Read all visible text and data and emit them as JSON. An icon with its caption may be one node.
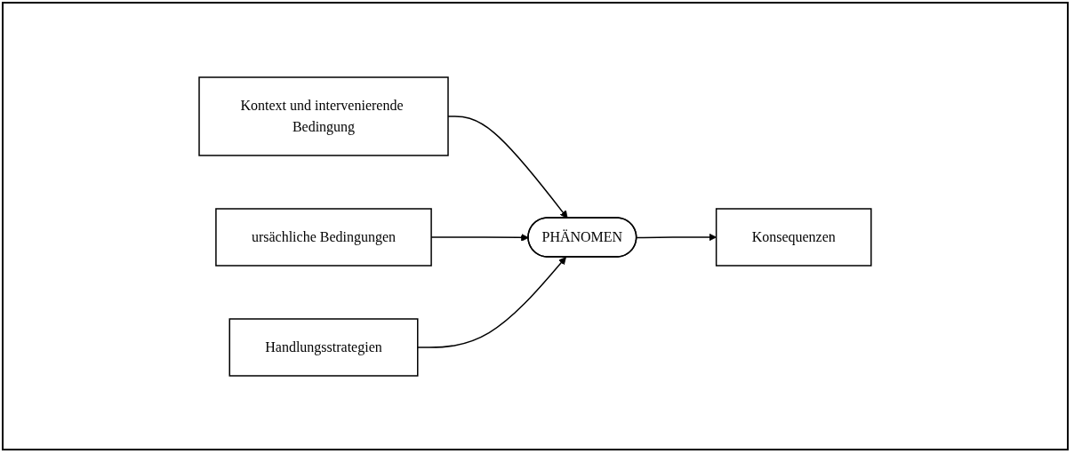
{
  "diagram": {
    "nodes": [
      {
        "text": [
          "Kontext und intervenierende Bedingung"
        ]
      },
      {
        "text": [
          "ursächliche Bedingungen"
        ]
      },
      {
        "text": [
          "PHÄNOMEN"
        ]
      },
      {
        "text": [
          "Konsequenzen"
        ]
      },
      {
        "text": [
          "Handlungsstrategien"
        ]
      }
    ],
    "edges": [
      {
        "from": 0,
        "to": 2,
        "arrow": "to"
      },
      {
        "from": 1,
        "to": 2,
        "arrow": "to"
      },
      {
        "from": 2,
        "to": 3,
        "arrow": "to"
      },
      {
        "from": 4,
        "to": 2,
        "arrow": "to"
      }
    ]
  }
}
